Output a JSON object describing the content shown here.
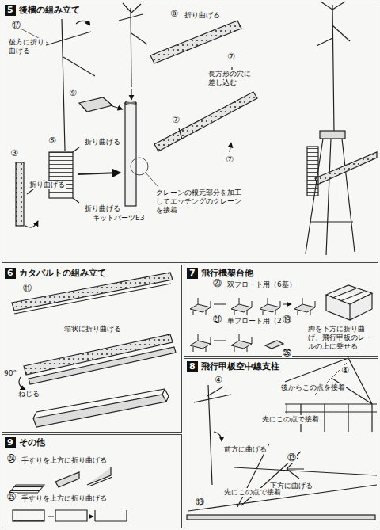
{
  "diagram": {
    "nodes": [
      {
        "text": [
          "5",
          "後檣の組み立て"
        ]
      },
      {
        "text": [
          "6",
          "カタパルトの組み立て"
        ]
      },
      {
        "text": [
          "7",
          "飛行機架台他"
        ]
      },
      {
        "text": [
          "8",
          "飛行甲板空中線支柱"
        ]
      },
      {
        "text": [
          "9",
          "その他"
        ]
      }
    ],
    "labels": [
      "⑰",
      "後方に折り曲げる",
      "⑧",
      "折り曲げる",
      "⑨",
      "⑦",
      "長方形の穴に差し込む",
      "⑦",
      "⑦",
      "③",
      "折り曲げる",
      "⑤",
      "折り曲げる",
      "折り曲げる",
      "クレーンの根元部分を加工してエッチングのクレーンを接着",
      "キットパーツE3",
      "⑪",
      "箱状に折り曲げる",
      "90°",
      "ねじる",
      "⑳",
      "双フロート用（6基）",
      "㉑",
      "単フロート用（2基）",
      "⑲",
      "㉖",
      "脚を下方に折り曲げ、飛行甲板のレールの上に乗せる",
      "④",
      "前方に曲げる",
      "④",
      "後からこの点を接着",
      "先にこの点で接着",
      "⑬",
      "下方に曲げる",
      "⑬",
      "先にこの点で接着",
      "㉔",
      "手すりを上方に折り曲げる",
      "㉕",
      "手すりを上方に折り曲げる"
    ]
  }
}
